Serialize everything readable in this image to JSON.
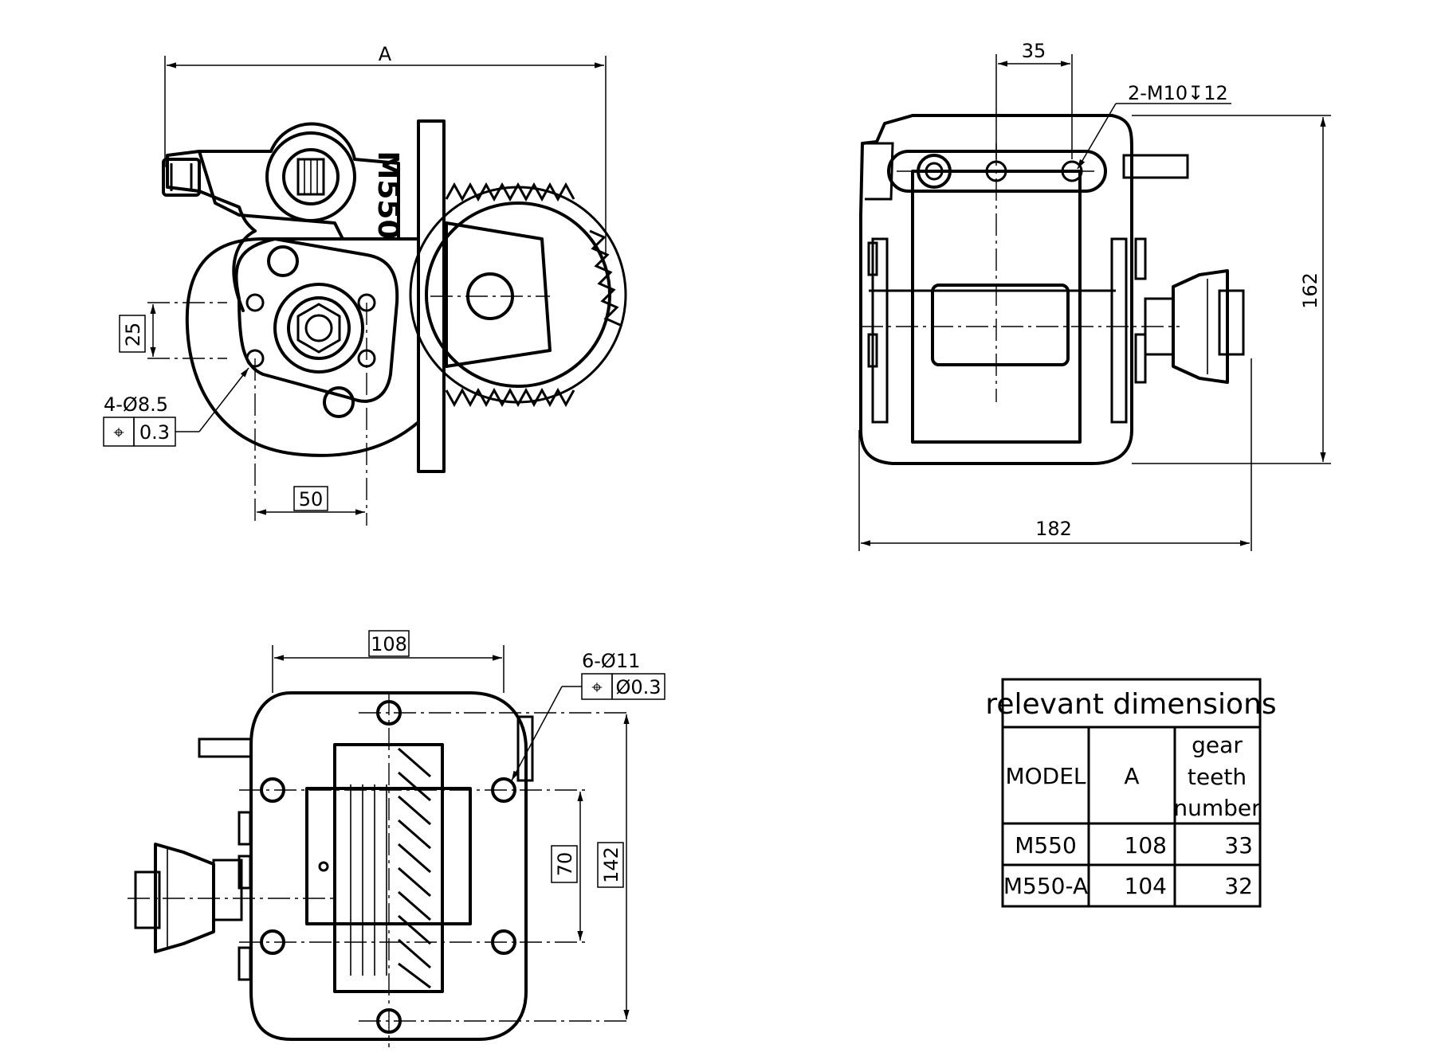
{
  "front_view": {
    "dim_A": "A",
    "dim_25": "25",
    "dim_50": "50",
    "model_marking": "M550",
    "holes_callout": "4-Ø8.5",
    "tolerance_symbol": "⌖",
    "tolerance_value": "0.3"
  },
  "side_view": {
    "dim_35": "35",
    "thread_callout": "2-M10↧12",
    "dim_162": "162",
    "dim_182": "182"
  },
  "top_view": {
    "dim_108": "108",
    "holes_callout": "6-Ø11",
    "tolerance_symbol": "⌖",
    "tolerance_value": "Ø0.3",
    "dim_70": "70",
    "dim_142": "142"
  },
  "dimensions_table": {
    "title": "relevant dimensions",
    "headers": {
      "model": "MODEL",
      "a": "A",
      "gear_line1": "gear",
      "gear_line2": "teeth",
      "gear_line3": "number"
    },
    "rows": [
      {
        "model": "M550",
        "a": "108",
        "teeth": "33"
      },
      {
        "model": "M550-A",
        "a": "104",
        "teeth": "32"
      }
    ]
  }
}
